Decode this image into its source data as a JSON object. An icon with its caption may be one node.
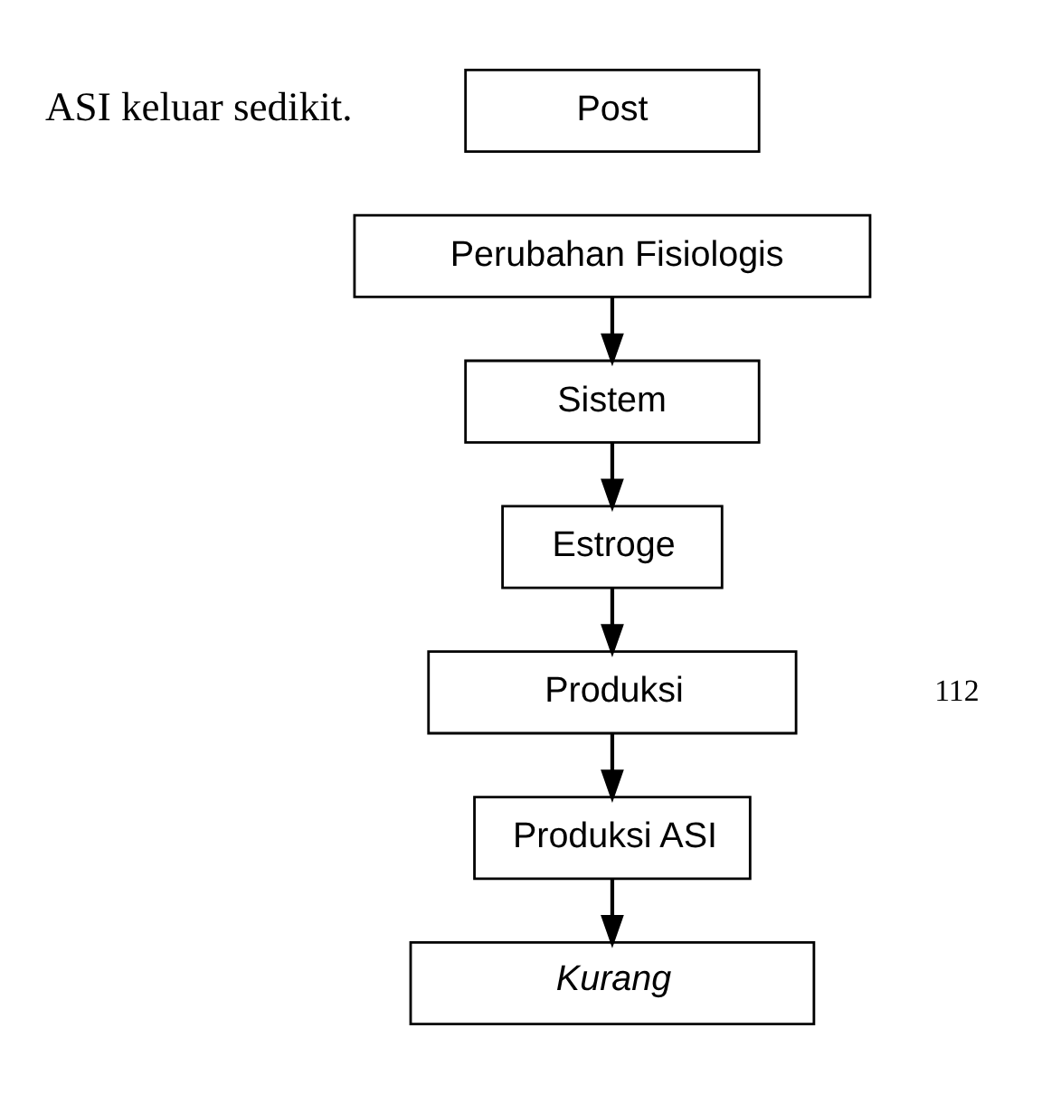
{
  "diagram": {
    "nodes": [
      {
        "text": [
          "Post"
        ]
      },
      {
        "text": [
          "Perubahan Fisiologis"
        ]
      },
      {
        "text": [
          "Sistem"
        ]
      },
      {
        "text": [
          "Estroge"
        ]
      },
      {
        "text": [
          "Produksi"
        ]
      },
      {
        "text": [
          "Produksi ASI"
        ]
      },
      {
        "text": [
          "Kurang"
        ]
      }
    ],
    "edges": [
      {
        "from": 1,
        "to": 2,
        "arrow": "to"
      },
      {
        "from": 2,
        "to": 3,
        "arrow": "to"
      },
      {
        "from": 3,
        "to": 4,
        "arrow": "to"
      },
      {
        "from": 4,
        "to": 5,
        "arrow": "to"
      },
      {
        "from": 5,
        "to": 6,
        "arrow": "to"
      }
    ],
    "labels": [
      "ASI keluar sedikit.",
      "112"
    ]
  }
}
